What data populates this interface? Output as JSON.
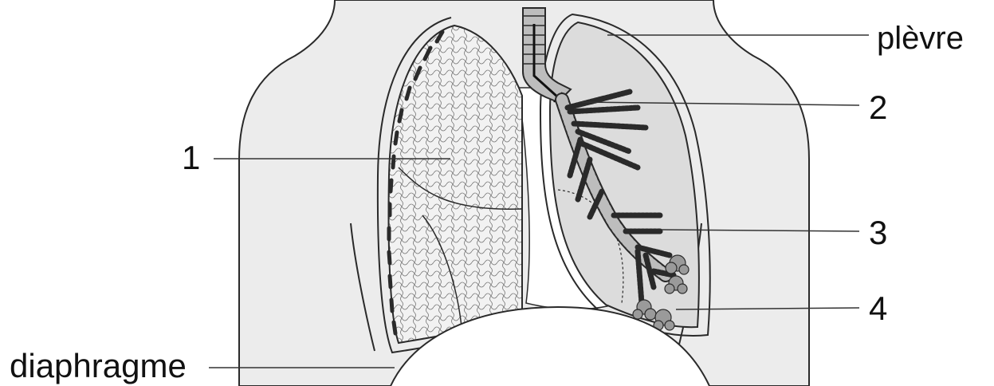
{
  "labels": {
    "plevre": "plèvre",
    "n2": "2",
    "n1": "1",
    "n3": "3",
    "n4": "4",
    "diaphragme": "diaphragme"
  },
  "colors": {
    "outline": "#2a2a2a",
    "body_fill": "#ececec",
    "lung_fill": "#dcdcdc",
    "bronchus_fill": "#bdbdbd",
    "background": "#ffffff"
  }
}
